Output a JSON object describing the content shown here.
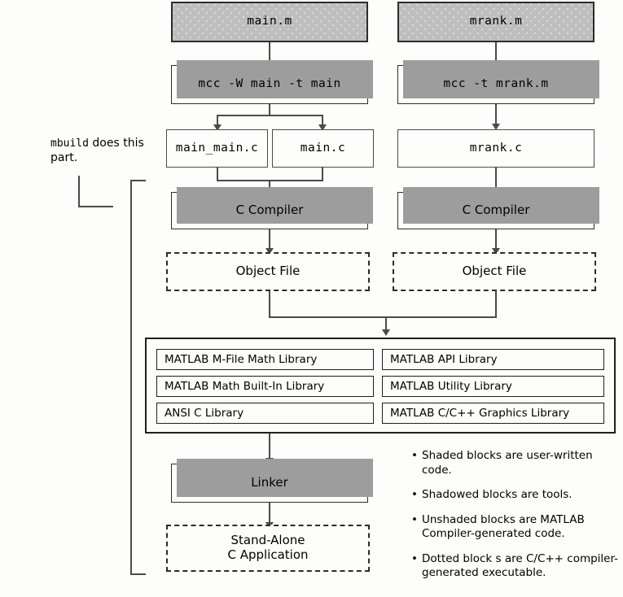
{
  "diagram": {
    "title": "MATLAB Compiler build process",
    "colors": {
      "background": "#fdfdfb",
      "shaded_fill": "#bebebe",
      "shadow": "#9d9d9d",
      "line": "#4a4a4a",
      "border": "#1f1f1f"
    }
  },
  "annotation": {
    "keyword": "mbuild",
    "rest": " does this part."
  },
  "columns": {
    "left": {
      "source": "main.m",
      "command": "mcc -W main -t main",
      "generated_a": "main_main.c",
      "generated_b": "main.c",
      "compiler": "C Compiler",
      "object": "Object File"
    },
    "right": {
      "source": "mrank.m",
      "command": "mcc -t mrank.m",
      "generated": "mrank.c",
      "compiler": "C Compiler",
      "object": "Object File"
    }
  },
  "libraries": {
    "left_column": [
      "MATLAB M-File Math Library",
      "MATLAB Math Built-In Library",
      "ANSI C Library"
    ],
    "right_column": [
      "MATLAB API Library",
      "MATLAB Utility Library",
      "MATLAB C/C++ Graphics Library"
    ]
  },
  "output": {
    "linker": "Linker",
    "application_line1": "Stand-Alone",
    "application_line2": "C Application"
  },
  "legend": {
    "bullet": "•",
    "items": [
      "Shaded blocks are user-written code.",
      "Shadowed blocks are tools.",
      "Unshaded blocks are MATLAB Compiler-generated code.",
      "Dotted block s are C/C++ compiler-generated executable."
    ]
  }
}
